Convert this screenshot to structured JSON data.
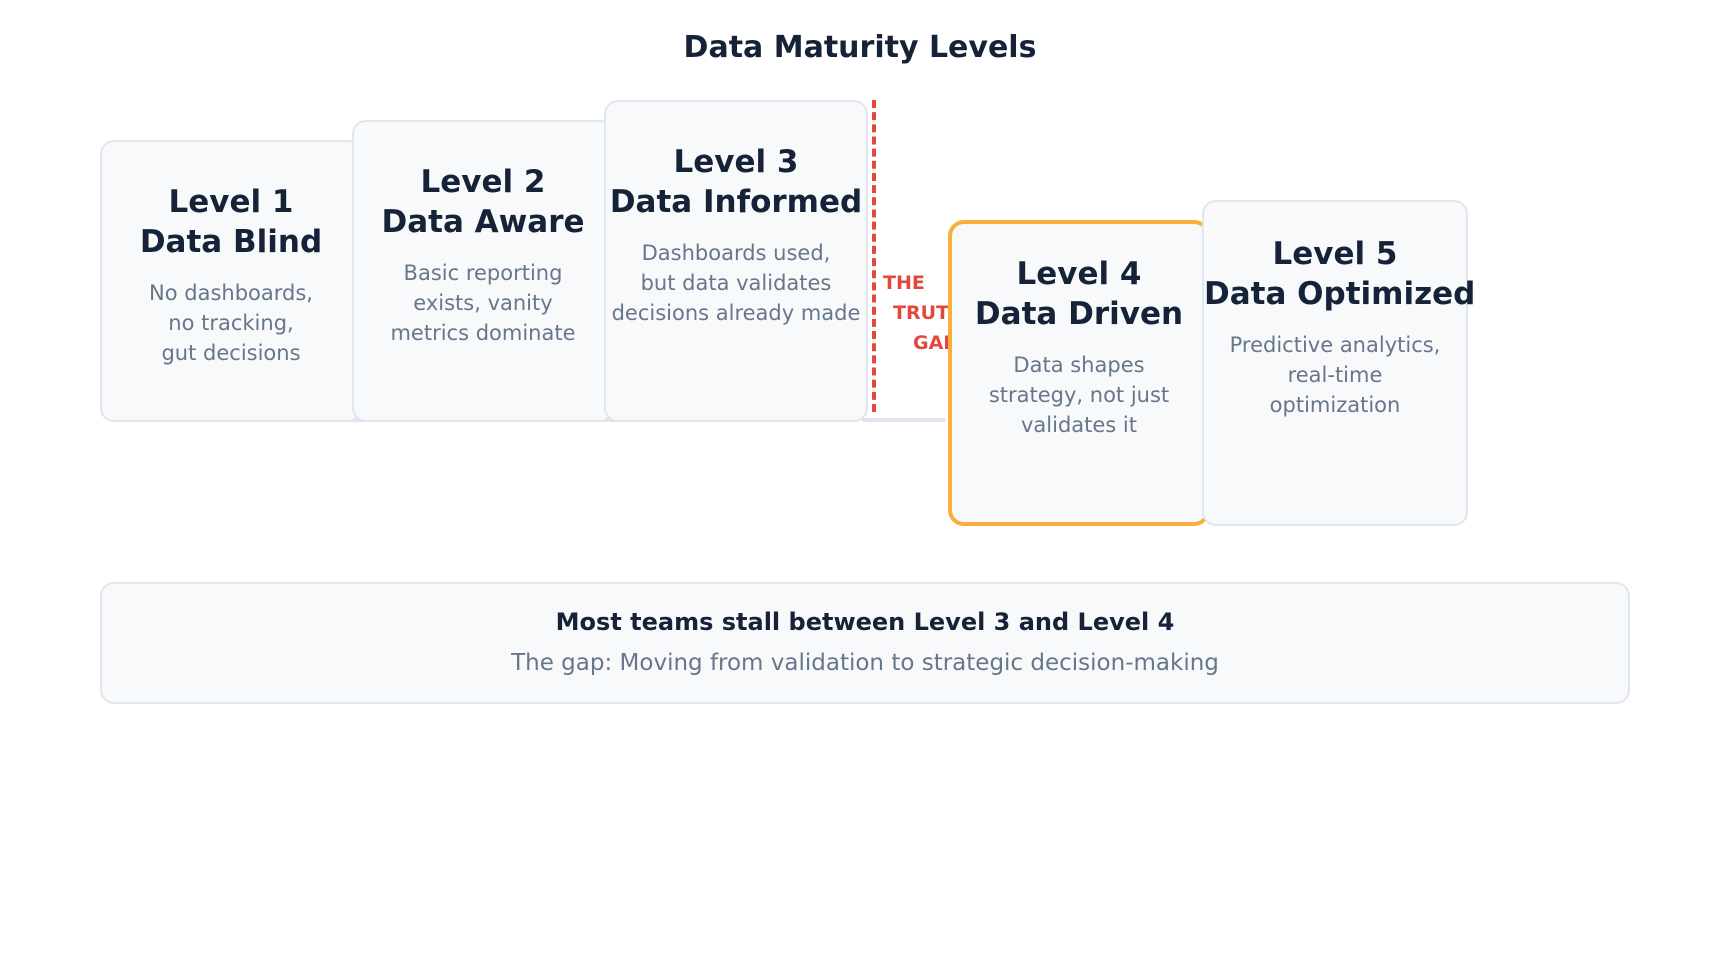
{
  "title": "Data Maturity Levels",
  "levels": [
    {
      "level": "Level 1",
      "name": "Data Blind",
      "description": [
        "No dashboards,",
        "no tracking,",
        "gut decisions"
      ]
    },
    {
      "level": "Level 2",
      "name": "Data Aware",
      "description": [
        "Basic reporting",
        "exists, vanity",
        "metrics dominate"
      ]
    },
    {
      "level": "Level 3",
      "name": "Data Informed",
      "description": [
        "Dashboards used,",
        "but data validates",
        "decisions already made"
      ]
    },
    {
      "level": "Level 4",
      "name": "Data Driven",
      "description": [
        "Data shapes",
        "strategy, not just",
        "validates it"
      ]
    },
    {
      "level": "Level 5",
      "name": "Data Optimized",
      "description": [
        "Predictive analytics,",
        "real-time",
        "optimization"
      ]
    }
  ],
  "gap_label": [
    "THE",
    "TRUTH",
    "GAP"
  ],
  "gap_color": "#e3483d",
  "highlight_color": "#f8b03a",
  "callout": {
    "heading": "Most teams stall between Level 3 and Level 4",
    "subtext": "The gap: Moving from validation to strategic decision-making"
  }
}
